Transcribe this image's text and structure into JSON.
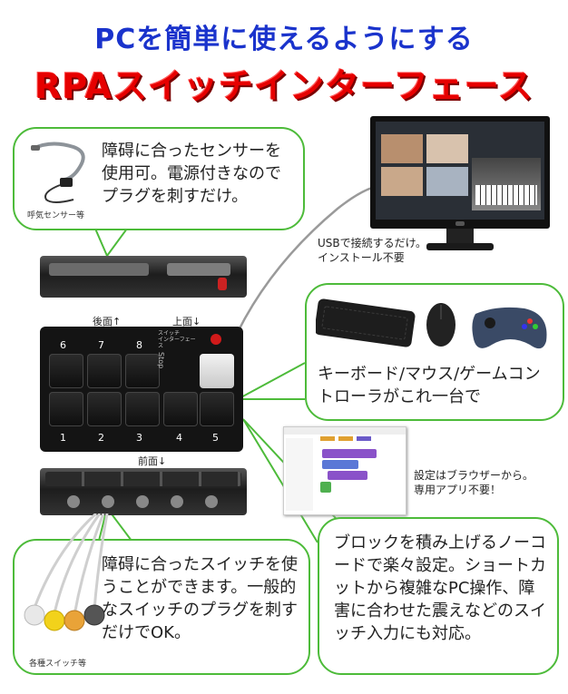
{
  "header": {
    "line1": "PCを簡単に使えるようにする",
    "line2": "RPAスイッチインターフェース"
  },
  "sensor_bubble": {
    "text": "障碍に合ったセンサーを使用可。電源付きなのでプラグを刺すだけ。",
    "caption": "呼気センサー等"
  },
  "monitor_note": {
    "line1": "USBで接続するだけ。",
    "line2": "インストール不要"
  },
  "device": {
    "label_back": "後面↑",
    "label_top": "上面↓",
    "label_front": "前面↓",
    "logo_line1": "スイッチ",
    "logo_line2": "インターフェース",
    "stop_label": "Stop",
    "keys_top": [
      "6",
      "7",
      "8"
    ],
    "keys_bottom": [
      "1",
      "2",
      "3",
      "4",
      "5"
    ]
  },
  "peripherals_bubble": {
    "text": "キーボード/マウス/ゲームコントローラがこれ一台で"
  },
  "browser_note": {
    "line1": "設定はブラウザーから。",
    "line2": "専用アプリ不要！"
  },
  "block_bubble": {
    "text": "ブロックを積み上げるノーコードで楽々設定。ショートカットから複雑なPC操作、障害に合わせた震えなどのスイッチ入力にも対応。"
  },
  "switch_bubble": {
    "text": "障碍に合ったスイッチを使うことができます。一般的なスイッチのプラグを刺すだけでOK。",
    "caption": "各種スイッチ等"
  },
  "colors": {
    "title_blue": "#1a33cc",
    "title_red": "#e60000",
    "bubble_border": "#4dbb3a",
    "gray_bubble_border": "#8a8a8a",
    "stop_red": "#d11a1a"
  }
}
